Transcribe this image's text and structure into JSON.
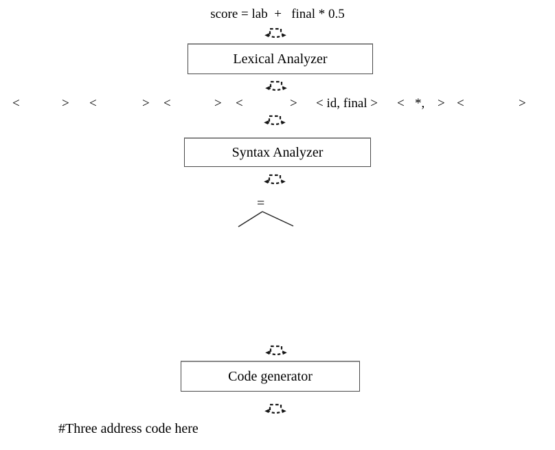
{
  "diagram": {
    "source_expression": "score = lab  +   final * 0.5",
    "stages": {
      "lexical": "Lexical Analyzer",
      "syntax": "Syntax Analyzer",
      "codegen": "Code generator"
    },
    "token_stream": [
      "<",
      ">",
      "<",
      ">",
      "<",
      ">",
      "<",
      ">",
      "< id, final >",
      "<",
      "*,",
      ">",
      "<",
      ">"
    ],
    "parse_tree": {
      "root_operator": "="
    },
    "output_note": "#Three address code here",
    "icons": {
      "flow_arrow": "dashed-curved-down-arrow-icon"
    },
    "colors": {
      "ink": "#000000",
      "box_border": "#474747",
      "box_border_top": "#858585",
      "background": "#ffffff"
    }
  }
}
